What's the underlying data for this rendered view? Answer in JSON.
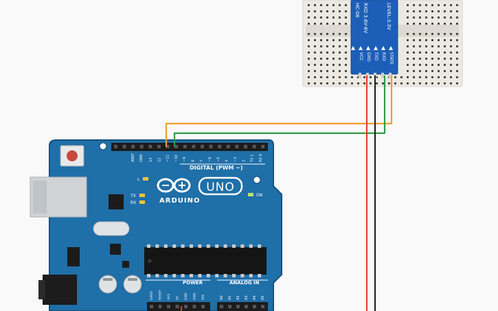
{
  "colors": {
    "background": "#f9f9f9",
    "board_blue": "#1f6fa8",
    "board_edge": "#14517d",
    "breadboard": "#ece9e3",
    "module_blue": "#1d5fb8",
    "wire_orange": "#f29a2e",
    "wire_green": "#2e9b4a",
    "wire_red": "#e23b2e",
    "wire_black": "#1b1b1b",
    "logo_white": "#ffffff"
  },
  "board": {
    "brand": "ARDUINO",
    "model": "UNO",
    "digital_header": "DIGITAL (PWM ~)",
    "power_header": "POWER",
    "analog_header": "ANALOG IN",
    "on_label": "ON",
    "led_l": "L",
    "led_tx": "TX",
    "led_rx": "RX",
    "aref": "AREF",
    "gnd": "GND",
    "digital_pins": [
      "13",
      "12",
      "~11",
      "~10",
      "~9",
      "8",
      "7",
      "~6",
      "~5",
      "4",
      "~3",
      "2",
      "TX 1",
      "RX 0"
    ],
    "power_pins": [
      "IOREF",
      "RESET",
      "3V3",
      "5V",
      "GND",
      "GND",
      "VIN"
    ],
    "analog_pins": [
      "A0",
      "A1",
      "A2",
      "A3",
      "A4",
      "A5"
    ]
  },
  "module": {
    "name": "HC-06",
    "line1": "RXD 3.6V-6V",
    "line2": "LEVEL:3.3V",
    "pins": [
      "VCC",
      "GND",
      "TXD",
      "RXD",
      "STATE"
    ]
  }
}
